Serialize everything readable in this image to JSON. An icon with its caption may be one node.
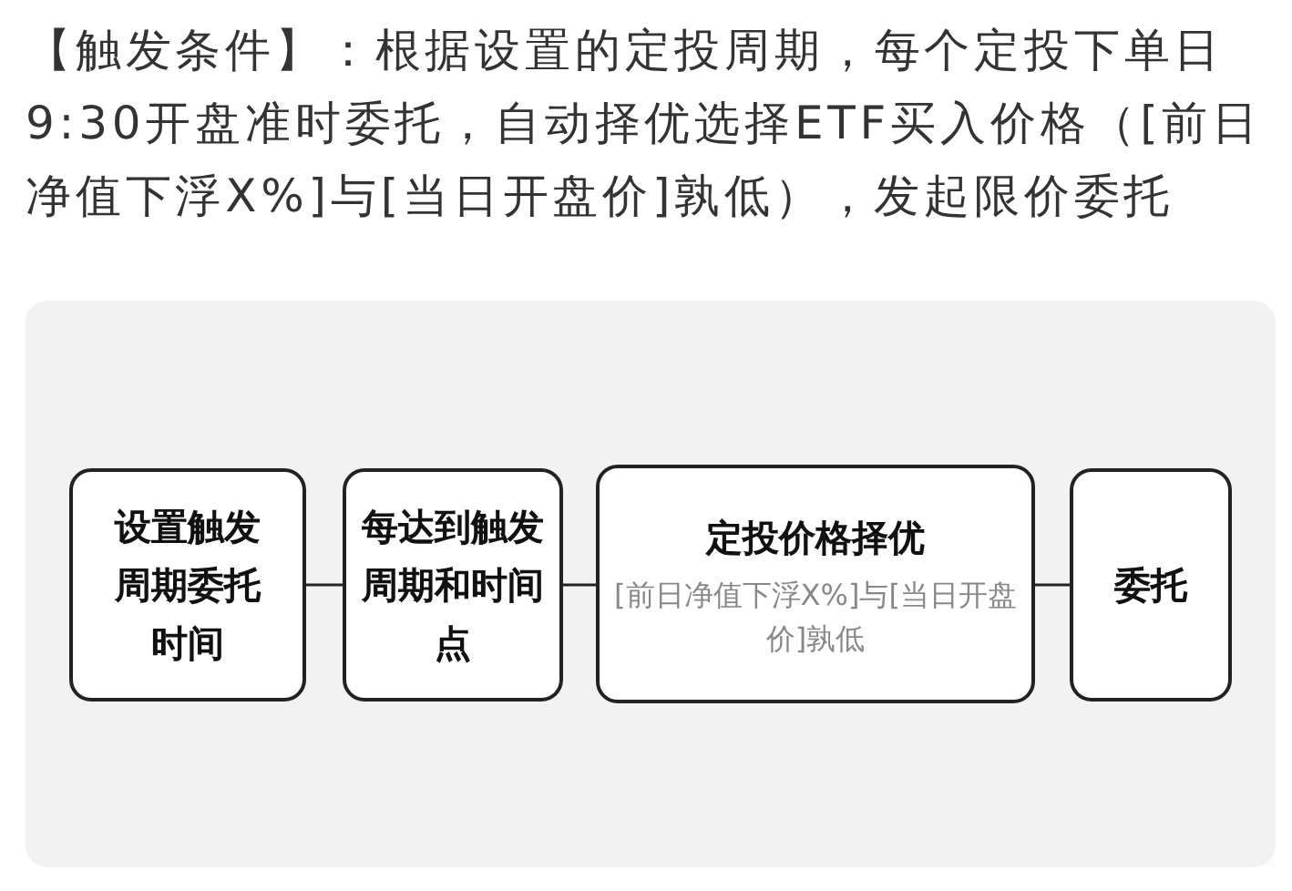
{
  "diagram": {
    "nodes": [
      {
        "text": [
          "设置触发周期委托时间"
        ]
      },
      {
        "text": [
          "每达到触发周期和时间点"
        ]
      },
      {
        "text": [
          "定投价格择优",
          "[前日净值下浮X%]与[当日开盘价]孰低"
        ]
      },
      {
        "text": [
          "委托"
        ]
      }
    ],
    "edges": [
      {
        "from": 0,
        "to": 1,
        "arrow": "none"
      },
      {
        "from": 1,
        "to": 2,
        "arrow": "none"
      },
      {
        "from": 2,
        "to": 3,
        "arrow": "none"
      }
    ],
    "labels": [
      "【触发条件】：根据设置的定投周期，每个定投下单日9:30开盘准时委托，自动择优选择ETF买入价格（[前日净值下浮X%]与[当日开盘价]孰低），发起限价委托"
    ]
  }
}
